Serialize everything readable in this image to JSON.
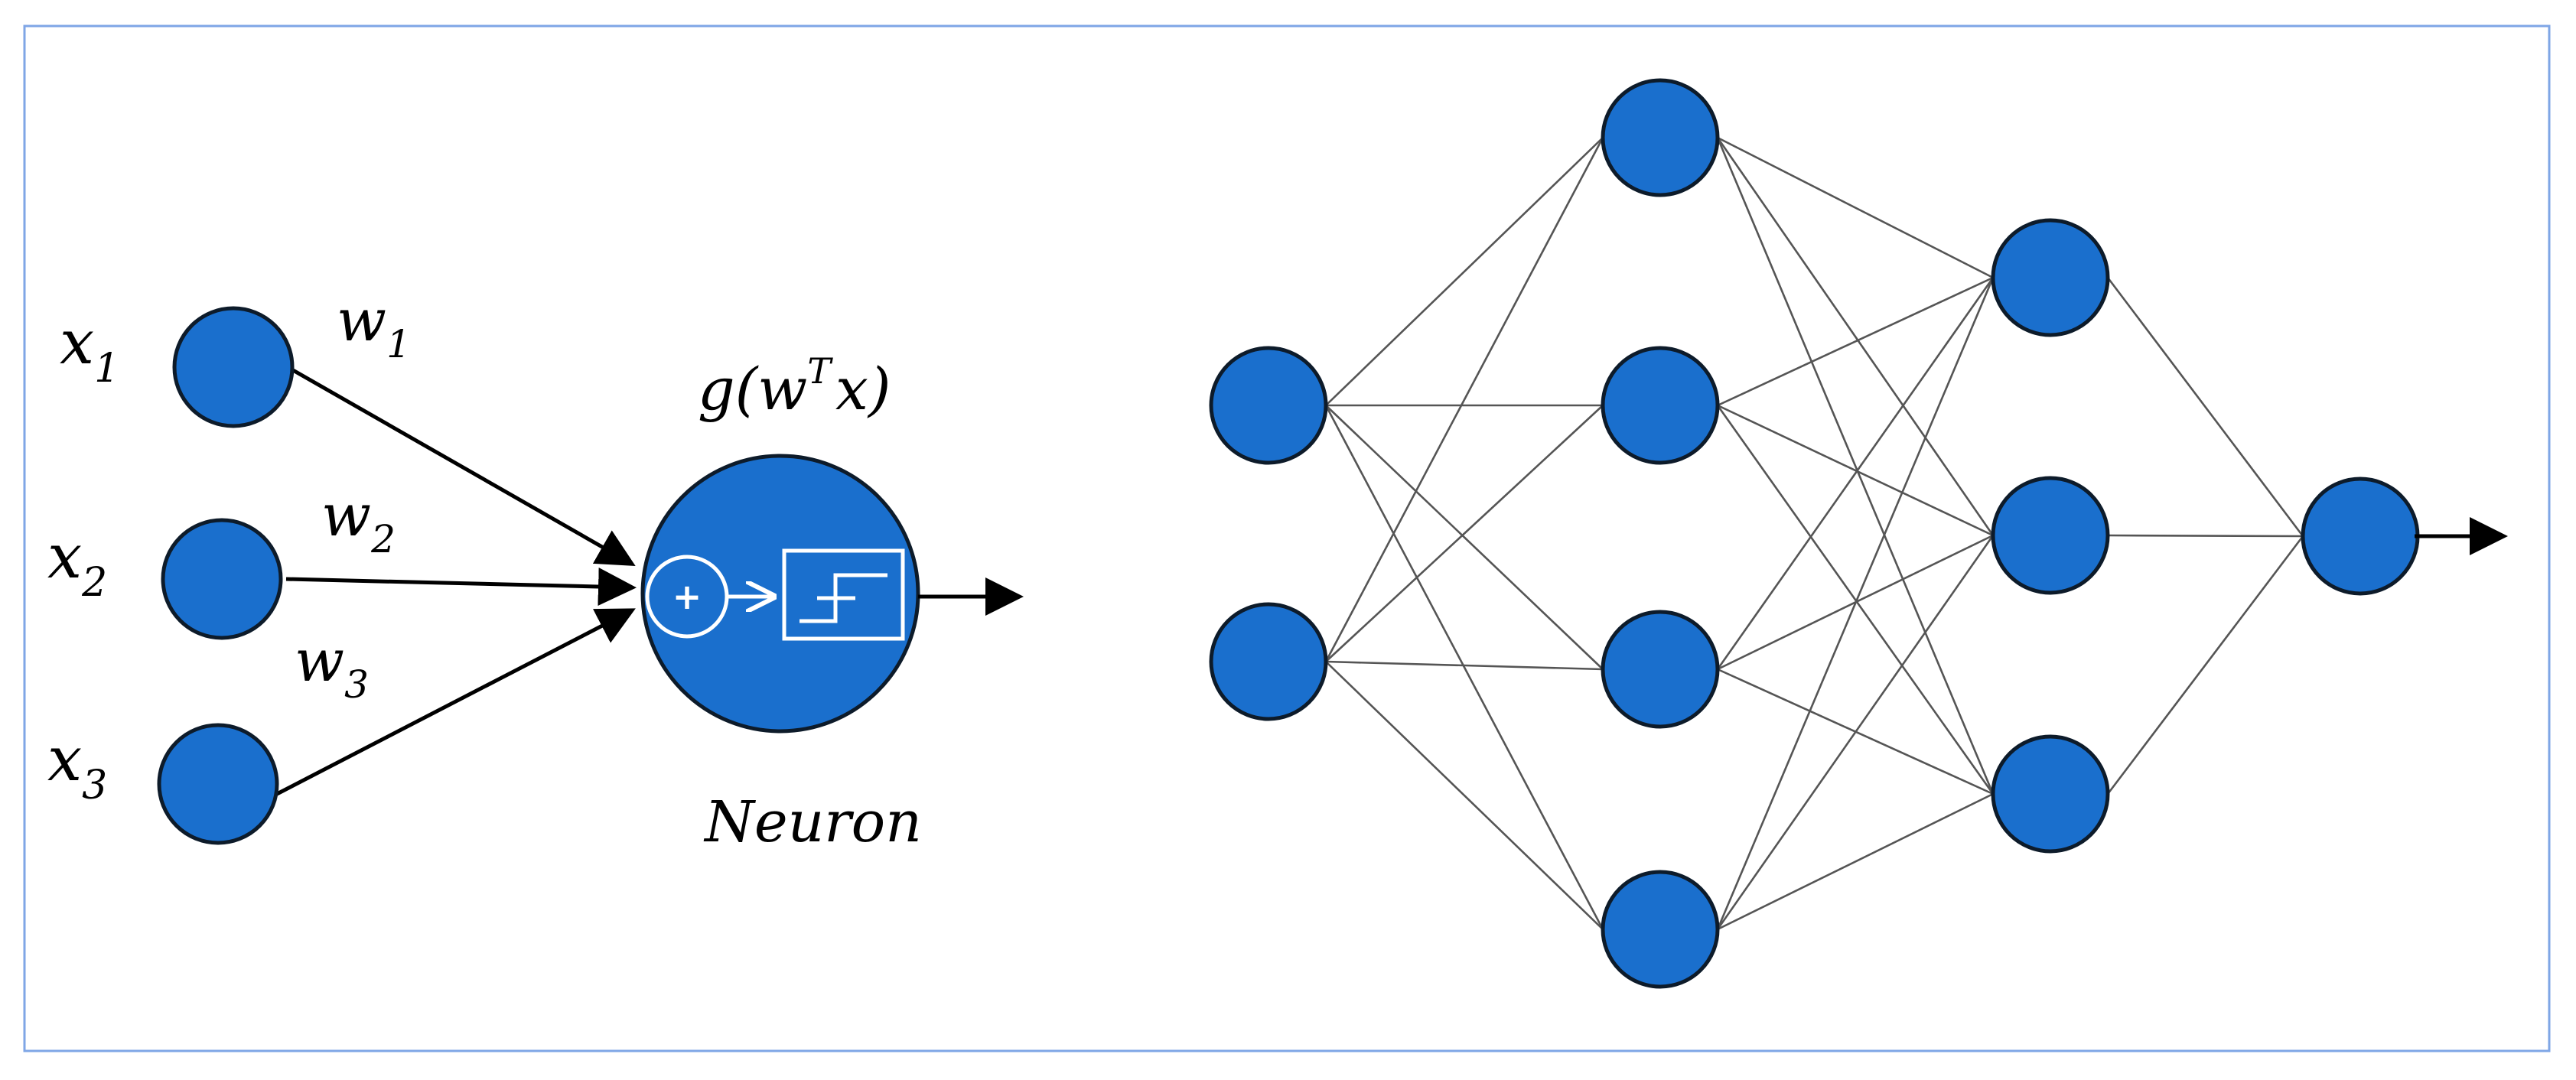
{
  "colors": {
    "node_fill": "#1a6fcd",
    "node_stroke": "#0d1b2a",
    "frame": "#7fa6e6",
    "edge": "#555555"
  },
  "single_neuron": {
    "inputs": [
      {
        "var": "x",
        "sub": "1",
        "weight_var": "w",
        "weight_sub": "1"
      },
      {
        "var": "x",
        "sub": "2",
        "weight_var": "w",
        "weight_sub": "2"
      },
      {
        "var": "x",
        "sub": "3",
        "weight_var": "w",
        "weight_sub": "3"
      }
    ],
    "activation": {
      "pre": "g(w",
      "sup": "T",
      "post": "x)"
    },
    "sum_symbol": "+",
    "caption": "Neuron",
    "icons": [
      "summation-icon",
      "step-function-icon"
    ]
  },
  "network": {
    "layers": [
      2,
      4,
      3,
      1
    ],
    "connectivity": "fully-connected",
    "output_arrow": true
  }
}
